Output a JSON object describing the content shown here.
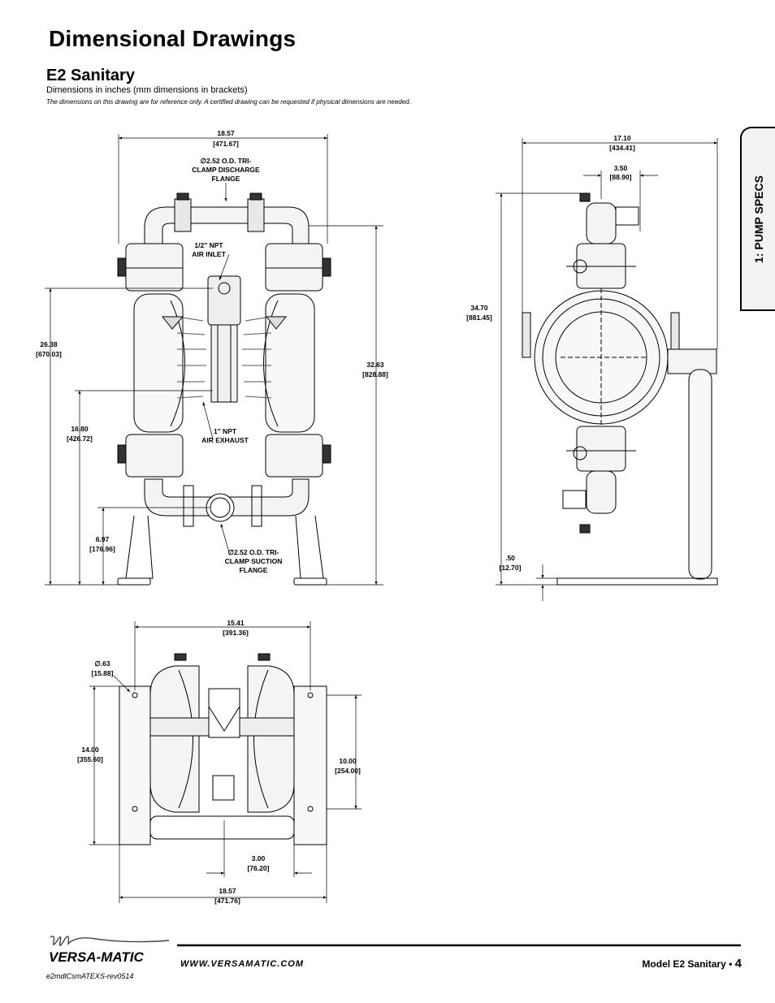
{
  "page": {
    "title": "Dimensional Drawings",
    "subtitle": "E2 Sanitary",
    "units_note": "Dimensions in inches (mm dimensions in brackets)",
    "disclaimer": "The dimensions on this drawing are for reference only.  A certified drawing can be requested if physical dimensions are needed.",
    "side_tab": "1: PUMP SPECS"
  },
  "front_view": {
    "width_in": "18.57",
    "width_mm": "[471.67]",
    "height_in": "32.63",
    "height_mm": "[828.88]",
    "air_inlet_height_in": "26.38",
    "air_inlet_height_mm": "[670.03]",
    "exhaust_height_in": "16.80",
    "exhaust_height_mm": "[426.72]",
    "suction_height_in": "6.97",
    "suction_height_mm": "[176.96]",
    "discharge_label": [
      "∅2.52 O.D. TRI-",
      "CLAMP DISCHARGE",
      "FLANGE"
    ],
    "air_inlet_label": [
      "1/2\" NPT",
      "AIR INLET"
    ],
    "air_exhaust_label": [
      "1\" NPT",
      "AIR EXHAUST"
    ],
    "suction_label": [
      "∅2.52 O.D. TRI-",
      "CLAMP SUCTION",
      "FLANGE"
    ]
  },
  "side_view": {
    "width_in": "17.10",
    "width_mm": "[434.41]",
    "offset_in": "3.50",
    "offset_mm": "[88.90]",
    "height_in": "34.70",
    "height_mm": "[881.45]",
    "base_in": ".50",
    "base_mm": "[12.70]"
  },
  "top_view": {
    "hole_spacing_in": "15.41",
    "hole_spacing_mm": "[391.36]",
    "hole_dia_in": "∅.63",
    "hole_dia_mm": "[15.88]",
    "depth_in": "14.00",
    "depth_mm": "[355.60]",
    "hole_depth_in": "10.00",
    "hole_depth_mm": "[254.00]",
    "center_in": "3.00",
    "center_mm": "[76.20]",
    "width_in": "18.57",
    "width_mm": "[471.76]"
  },
  "footer": {
    "brand": "VERSA-MATIC",
    "url": "WWW.VERSAMATIC.COM",
    "model": "Model E2 Sanitary •",
    "page_number": "4",
    "doc_code": "e2mdlCsmATEXS-rev0514"
  }
}
